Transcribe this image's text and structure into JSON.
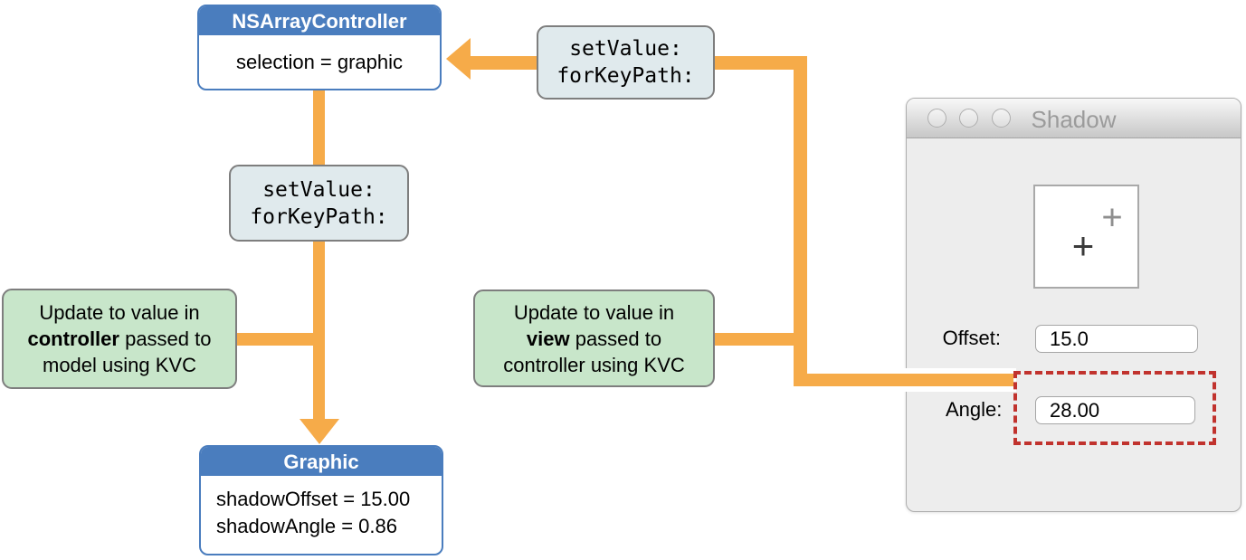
{
  "controller_box": {
    "title": "NSArrayController",
    "body": "selection = graphic"
  },
  "kvc_call_top": {
    "line1": "setValue:",
    "line2": "forKeyPath:"
  },
  "kvc_call_mid": {
    "line1": "setValue:",
    "line2": "forKeyPath:"
  },
  "note_controller": {
    "line1": "Update to value in",
    "bold": "controller",
    "line2_rest": " passed to",
    "line3": "model using KVC"
  },
  "note_view": {
    "line1": "Update to value in",
    "bold": "view",
    "line2_rest": " passed to",
    "line3": "controller using KVC"
  },
  "model_box": {
    "title": "Graphic",
    "line1": "shadowOffset = 15.00",
    "line2": "shadowAngle = 0.86"
  },
  "shadow_window": {
    "title": "Shadow",
    "preview": {
      "shadow_plus": "+",
      "object_plus": "+"
    },
    "offset": {
      "label": "Offset:",
      "value": "15.0"
    },
    "angle": {
      "label": "Angle:",
      "value": "28.00"
    }
  },
  "colors": {
    "box_blue": "#4A7DBE",
    "arrow_orange": "#F6AB49",
    "note_green": "#C8E6CA",
    "code_bg": "#E0EAED",
    "highlight_red": "#C1332E",
    "window_gray": "#EDEDED"
  }
}
